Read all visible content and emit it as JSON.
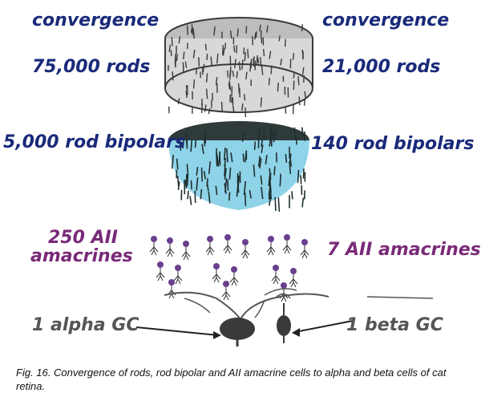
{
  "labels": {
    "convergence_left": "convergence",
    "convergence_right": "convergence",
    "rods_left": "75,000 rods",
    "rods_right": "21,000 rods",
    "bipolars_left": "5,000 rod bipolars",
    "bipolars_right": "140 rod bipolars",
    "amacrines_left_line1": "250 AII",
    "amacrines_left_line2": "amacrines",
    "amacrines_right": "7 AII amacrines",
    "gc_left": "1 alpha GC",
    "gc_right": "1 beta GC"
  },
  "caption": "Fig. 16. Convergence of rods, rod bipolar and AII amacrine cells to alpha and beta cells of cat retina.",
  "colors": {
    "navy_text": "#1a2a7a",
    "purple_text": "#7a2a78",
    "gray_text": "#555555",
    "rod_layer": "#3a3a3a",
    "bipolar_layer": "#1f2f2f",
    "bipolar_tint": "#8fd3e8",
    "amacrine": "#6a3f8f"
  }
}
